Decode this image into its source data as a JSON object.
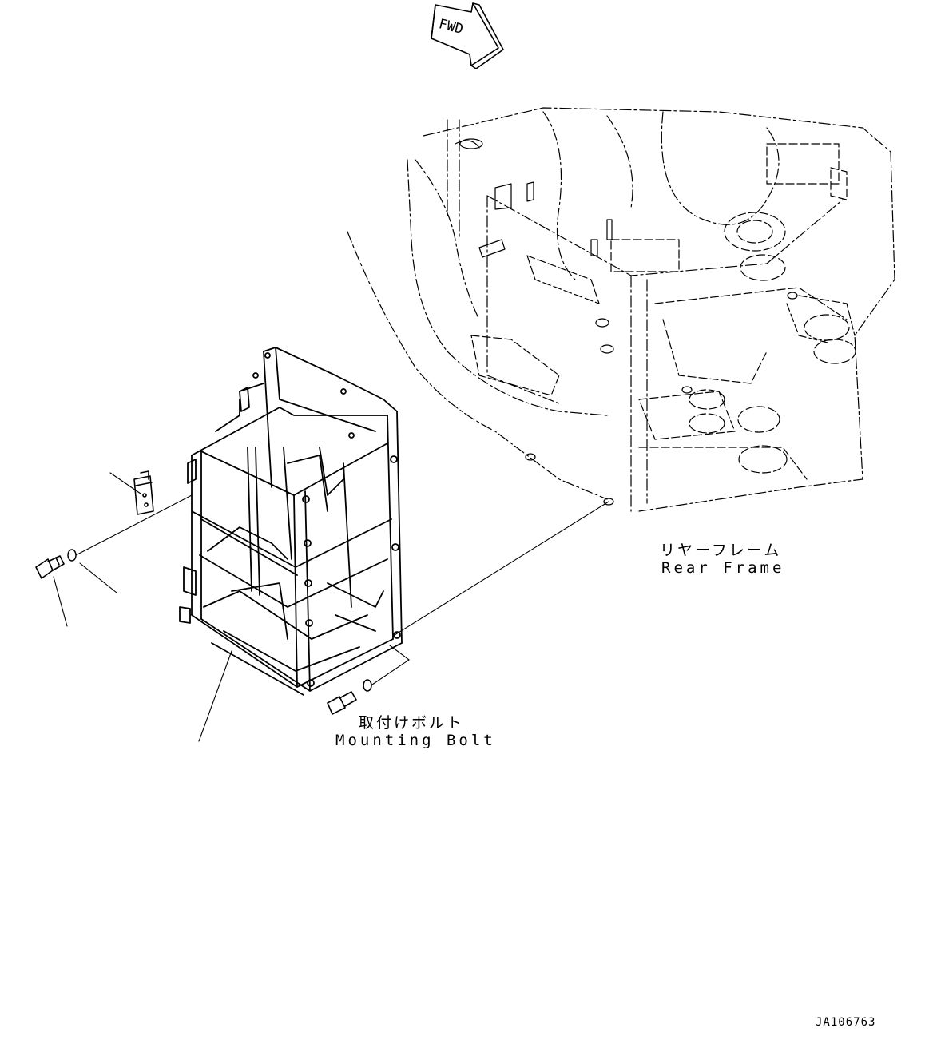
{
  "direction_arrow": {
    "text": "FWD",
    "icon": "fwd-arrow-icon"
  },
  "labels": {
    "rear_frame_jp": "リヤーフレーム",
    "rear_frame_en": "Rear Frame",
    "mounting_bolt_jp": "取付けボルト",
    "mounting_bolt_en": "Mounting Bolt"
  },
  "document_number": "JA106763"
}
